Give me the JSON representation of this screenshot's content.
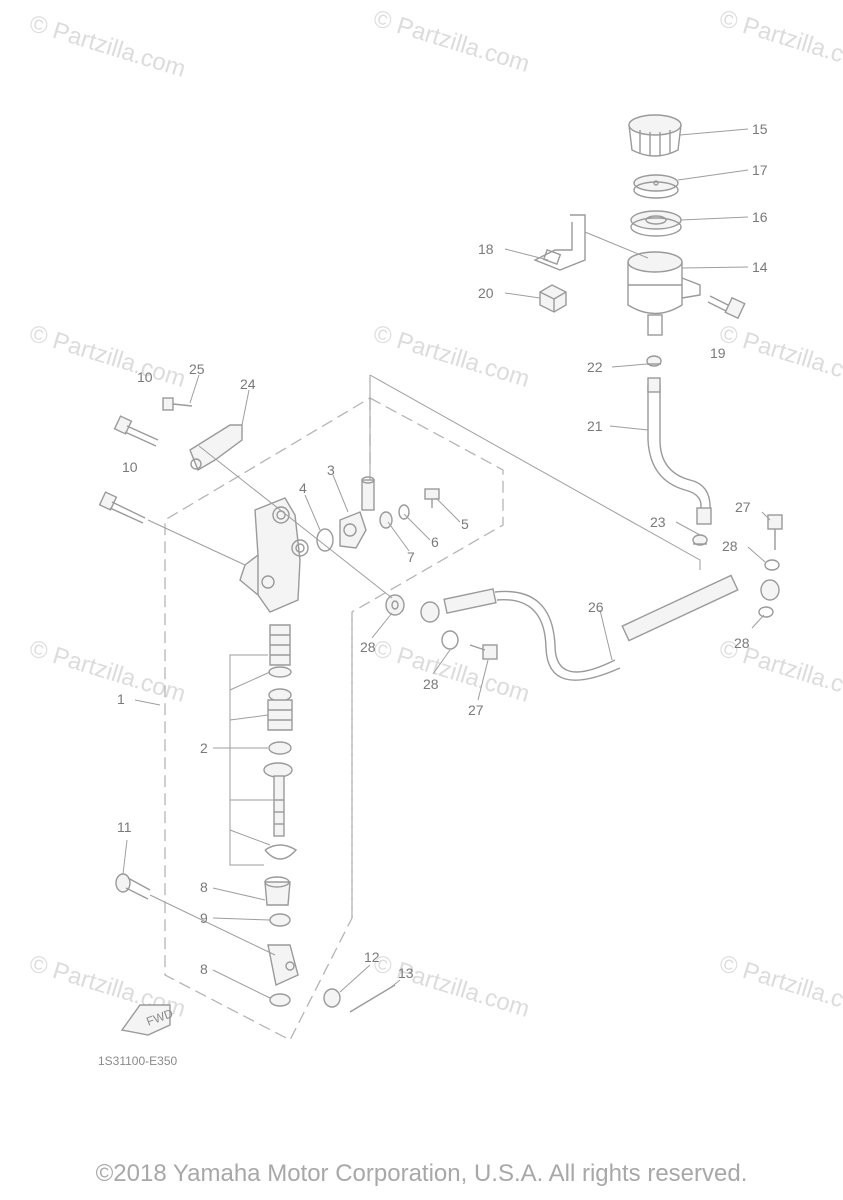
{
  "watermark": "© Partzilla.com",
  "drawing_code": "1S31100-E350",
  "fwd_label": "FWD",
  "copyright": "©2018 Yamaha Motor Corporation, U.S.A. All rights reserved.",
  "callouts": {
    "c1": "1",
    "c2": "2",
    "c3": "3",
    "c4": "4",
    "c5": "5",
    "c6": "6",
    "c7": "7",
    "c8a": "8",
    "c8b": "8",
    "c9": "9",
    "c10a": "10",
    "c10b": "10",
    "c11": "11",
    "c12": "12",
    "c13": "13",
    "c14": "14",
    "c15": "15",
    "c16": "16",
    "c17": "17",
    "c18": "18",
    "c19": "19",
    "c20": "20",
    "c21": "21",
    "c22": "22",
    "c23": "23",
    "c24": "24",
    "c25": "25",
    "c26": "26",
    "c27a": "27",
    "c27b": "27",
    "c28a": "28",
    "c28b": "28",
    "c28c": "28",
    "c28d": "28"
  }
}
